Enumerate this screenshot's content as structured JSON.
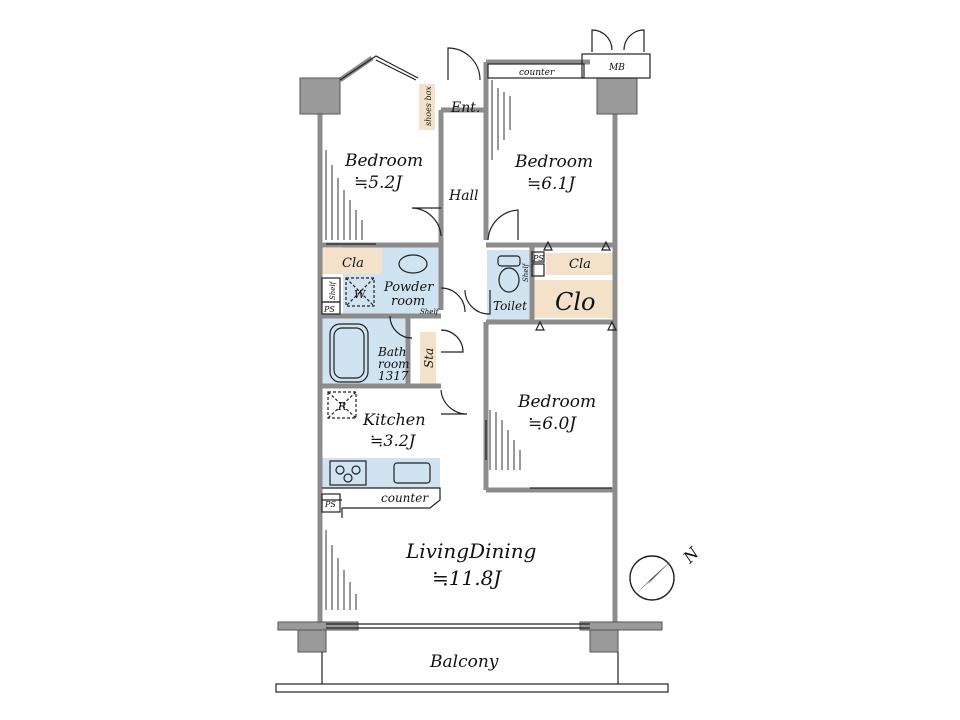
{
  "plan": {
    "rooms": {
      "bedroom_nw": {
        "name": "Bedroom",
        "size": "≒5.2J"
      },
      "bedroom_ne": {
        "name": "Bedroom",
        "size": "≒6.1J"
      },
      "bedroom_e": {
        "name": "Bedroom",
        "size": "≒6.0J"
      },
      "kitchen": {
        "name": "Kitchen",
        "size": "≒3.2J"
      },
      "living": {
        "name": "LivingDining",
        "size": "≒11.8J"
      },
      "balcony": {
        "name": "Balcony"
      },
      "entrance": {
        "name": "Ent."
      },
      "hall": {
        "name": "Hall"
      },
      "toilet": {
        "name": "Toilet"
      },
      "powder": {
        "line1": "Powder",
        "line2": "room"
      },
      "bath": {
        "line1": "Bath",
        "line2": "room",
        "line3": "1317"
      }
    },
    "fixtures": {
      "cla_left": "Cla",
      "cla_right_small": "Cla",
      "cla_right_big": "Clo",
      "sta": "Sta",
      "shoes_box": "shoes box",
      "counter_top": "counter",
      "counter_kitchen": "counter",
      "mb": "MB",
      "ps_1": "PS",
      "ps_2": "PS",
      "ps_3": "PS",
      "shelf_1": "Shelf",
      "shelf_2": "Shelf",
      "shelf_3": "Shelf",
      "washer": "W",
      "fridge": "R"
    },
    "colors": {
      "wall": "#8c8c8c",
      "wet_area": "#cfe3f1",
      "closet": "#f3e2c9",
      "line": "#222222"
    },
    "compass": {
      "label": "N"
    }
  }
}
